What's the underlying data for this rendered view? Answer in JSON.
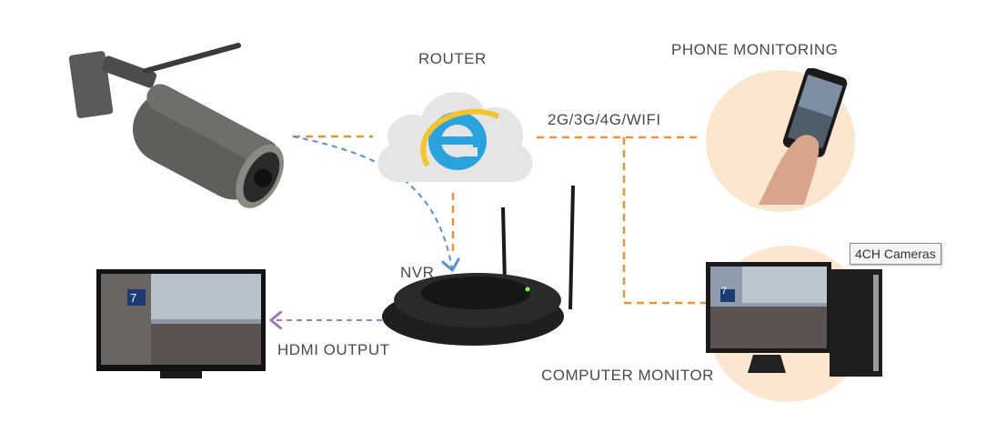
{
  "labels": {
    "router": "ROUTER",
    "phone": "PHONE MONITORING",
    "network": "2G/3G/4G/WIFI",
    "nvr": "NVR",
    "hdmi": "HDMI OUTPUT",
    "computer": "COMPUTER MONITOR"
  },
  "tooltip": "4CH Cameras",
  "screen_badge": "7",
  "colors": {
    "wire_orange": "#e8923a",
    "wire_blue": "#5b8fc7",
    "wire_purple": "#9b7bb8",
    "circle_bg": "#fbe7cf"
  },
  "icons": [
    "ip-camera-icon",
    "cloud-icon",
    "internet-explorer-icon",
    "phone-icon",
    "nvr-device-icon",
    "tv-monitor-icon",
    "desktop-computer-icon"
  ]
}
